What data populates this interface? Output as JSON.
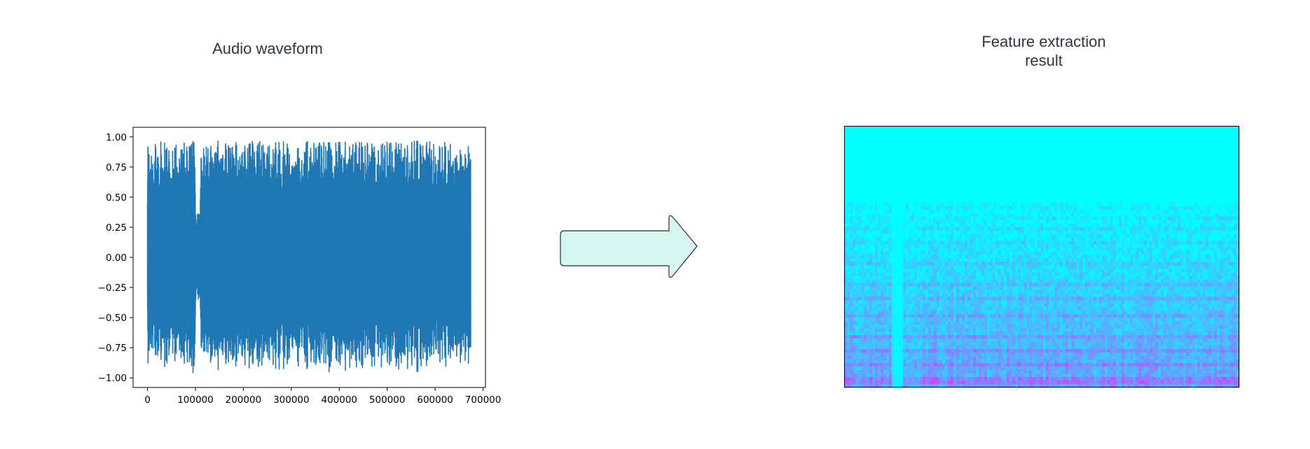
{
  "labels": {
    "waveform_title": "Audio waveform",
    "feature_title_line1": "Feature extraction",
    "feature_title_line2": "result"
  },
  "colors": {
    "waveform": "#1f77b4",
    "arrow_fill": "#d6f6f0",
    "arrow_stroke": "#2b2b2b",
    "spectrogram_low": "#00ffff",
    "spectrogram_high": "#b84cff"
  },
  "chart_data": [
    {
      "type": "line",
      "title": "",
      "xlabel": "",
      "ylabel": "",
      "xlim": [
        -30000,
        705000
      ],
      "ylim": [
        -1.08,
        1.08
      ],
      "xticks": [
        0,
        100000,
        200000,
        300000,
        400000,
        500000,
        600000,
        700000
      ],
      "ytick_labels": [
        "1.00",
        "0.75",
        "0.50",
        "0.25",
        "0.00",
        "−0.25",
        "−0.50",
        "−0.75",
        "−1.00"
      ],
      "ytick_values": [
        1.0,
        0.75,
        0.5,
        0.25,
        0.0,
        -0.25,
        -0.5,
        -0.75,
        -1.0
      ],
      "series": [
        {
          "samples": 674000,
          "amplitude_range": [
            -0.98,
            0.97
          ],
          "quiet_region": {
            "x_start": 100000,
            "x_end": 110000,
            "amplitude": 0.38
          }
        }
      ],
      "grid": false
    },
    {
      "type": "heatmap",
      "colormap": "cool",
      "grid": false
    }
  ]
}
